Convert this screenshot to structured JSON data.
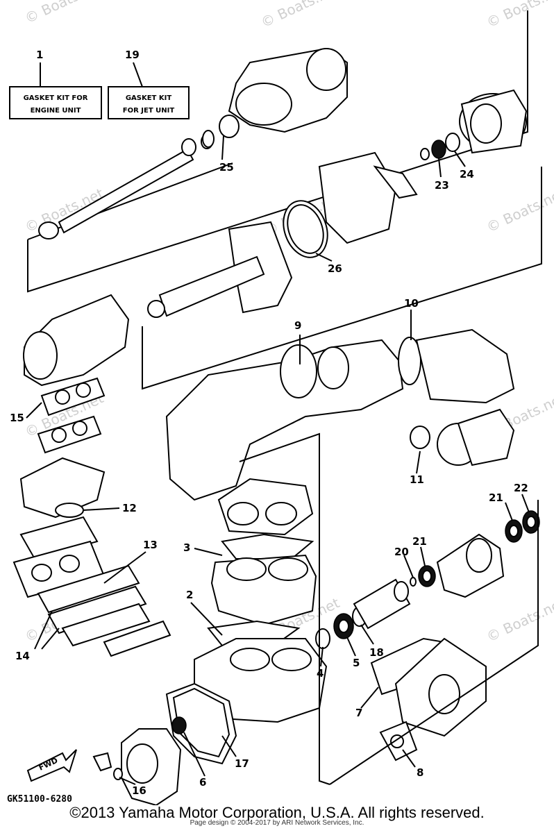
{
  "watermark": "© Boats.net",
  "kits": [
    {
      "number": "1",
      "line1": "GASKET KIT FOR",
      "line2": "ENGINE UNIT"
    },
    {
      "number": "19",
      "line1": "GASKET KIT",
      "line2": "FOR JET UNIT"
    }
  ],
  "callouts": [
    "2",
    "3",
    "4",
    "5",
    "6",
    "7",
    "8",
    "9",
    "10",
    "11",
    "12",
    "13",
    "14",
    "15",
    "16",
    "17",
    "18",
    "20",
    "21",
    "21",
    "22",
    "23",
    "24",
    "25",
    "26"
  ],
  "diagram_code": "GK51100-6280",
  "fwd_label": "FWD",
  "copyright": "©2013 Yamaha Motor Corporation, U.S.A. All rights reserved.",
  "page_design": "Page design © 2004-2017 by ARI Network Services, Inc."
}
